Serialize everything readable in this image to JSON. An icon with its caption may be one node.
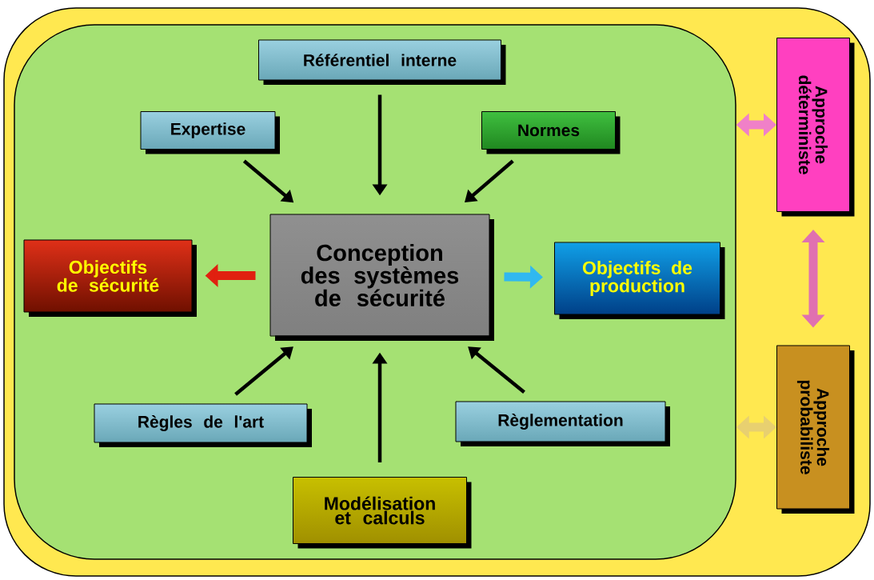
{
  "diagram": {
    "nodes": [
      {
        "text": [],
        "shape": "box"
      },
      {
        "text": [
          "Référentiel interne"
        ],
        "in": 0
      },
      {
        "text": [
          "Expertise"
        ],
        "in": 0
      },
      {
        "text": [
          "Normes"
        ],
        "in": 0
      },
      {
        "text": [
          "Objectifs de sécurité"
        ],
        "in": 0
      },
      {
        "text": [
          "Conception des systèmes de sécurité"
        ],
        "in": 0
      },
      {
        "text": [
          "Objectifs de production"
        ],
        "in": 0
      },
      {
        "text": [
          "Règles de l'art"
        ],
        "in": 0
      },
      {
        "text": [
          "Règlementation"
        ],
        "in": 0
      },
      {
        "text": [
          "Modélisation et calculs"
        ],
        "in": 0
      },
      {
        "text": [
          "Approche déterministe"
        ]
      },
      {
        "text": [
          "Approche probabiliste"
        ]
      }
    ],
    "edges": [
      {
        "from": 1,
        "to": 5,
        "arrow": "to"
      },
      {
        "from": 2,
        "to": 5,
        "arrow": "to"
      },
      {
        "from": 3,
        "to": 5,
        "arrow": "to"
      },
      {
        "from": 5,
        "to": 4,
        "arrow": "to",
        "style": "thick",
        "color": "#e02010"
      },
      {
        "from": 5,
        "to": 6,
        "arrow": "to",
        "style": "thick",
        "color": "#30b8f0"
      },
      {
        "from": 7,
        "to": 5,
        "arrow": "to"
      },
      {
        "from": 8,
        "to": 5,
        "arrow": "to"
      },
      {
        "from": 9,
        "to": 5,
        "arrow": "to"
      },
      {
        "from": 0,
        "to": 10,
        "arrow": "both",
        "style": "thick",
        "color": "#f080c8"
      },
      {
        "from": 10,
        "to": 11,
        "arrow": "both",
        "style": "thick",
        "color": "#e070b0"
      },
      {
        "from": 0,
        "to": 11,
        "arrow": "both",
        "style": "thick",
        "color": "#e8d070"
      }
    ]
  }
}
